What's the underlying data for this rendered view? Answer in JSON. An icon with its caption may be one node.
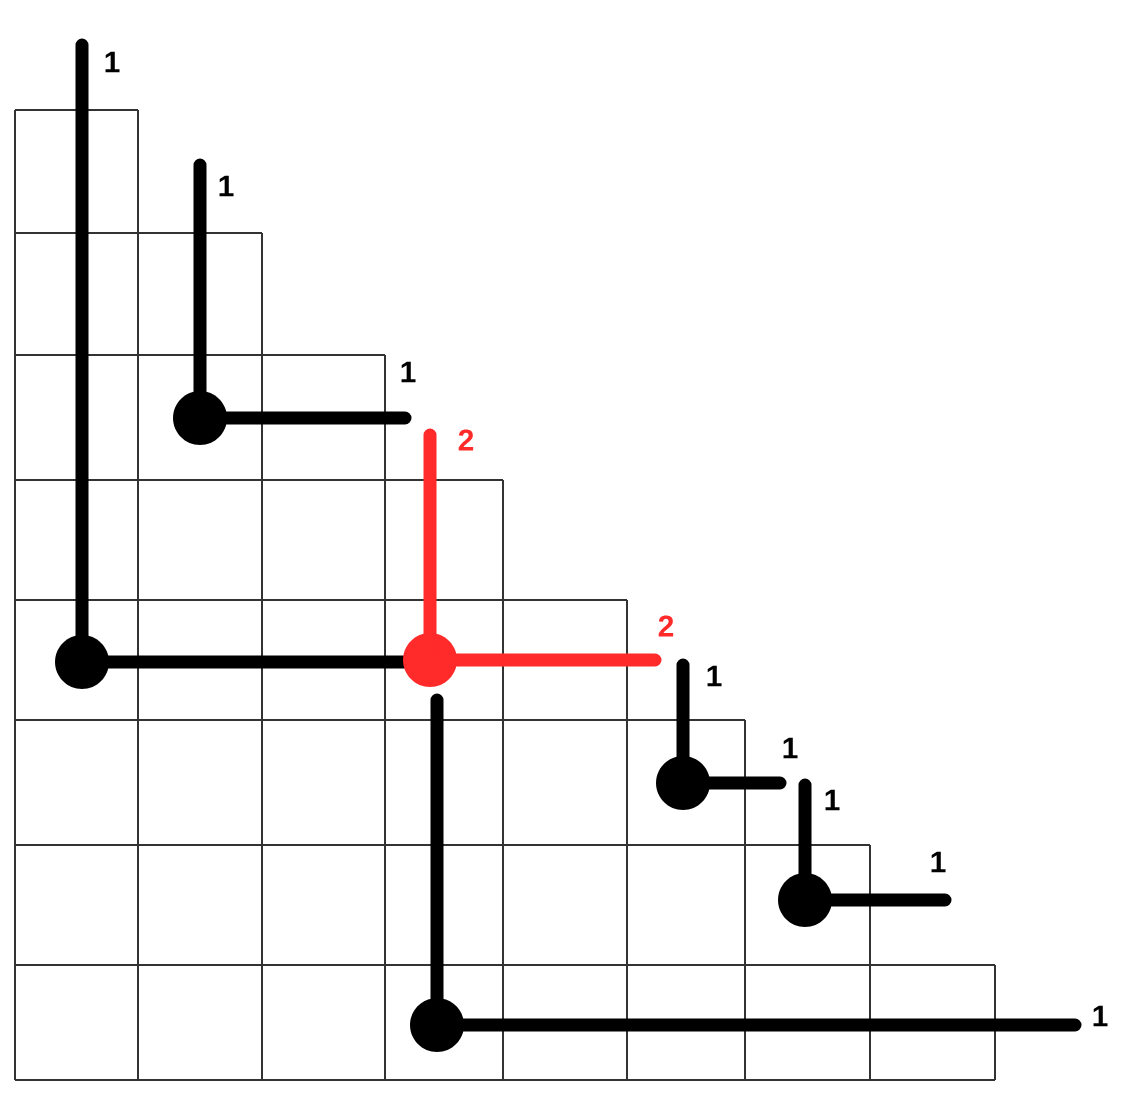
{
  "diagram": {
    "labels": [
      "1",
      "1",
      "1",
      "2",
      "2",
      "1",
      "1",
      "1",
      "1",
      "1"
    ]
  }
}
